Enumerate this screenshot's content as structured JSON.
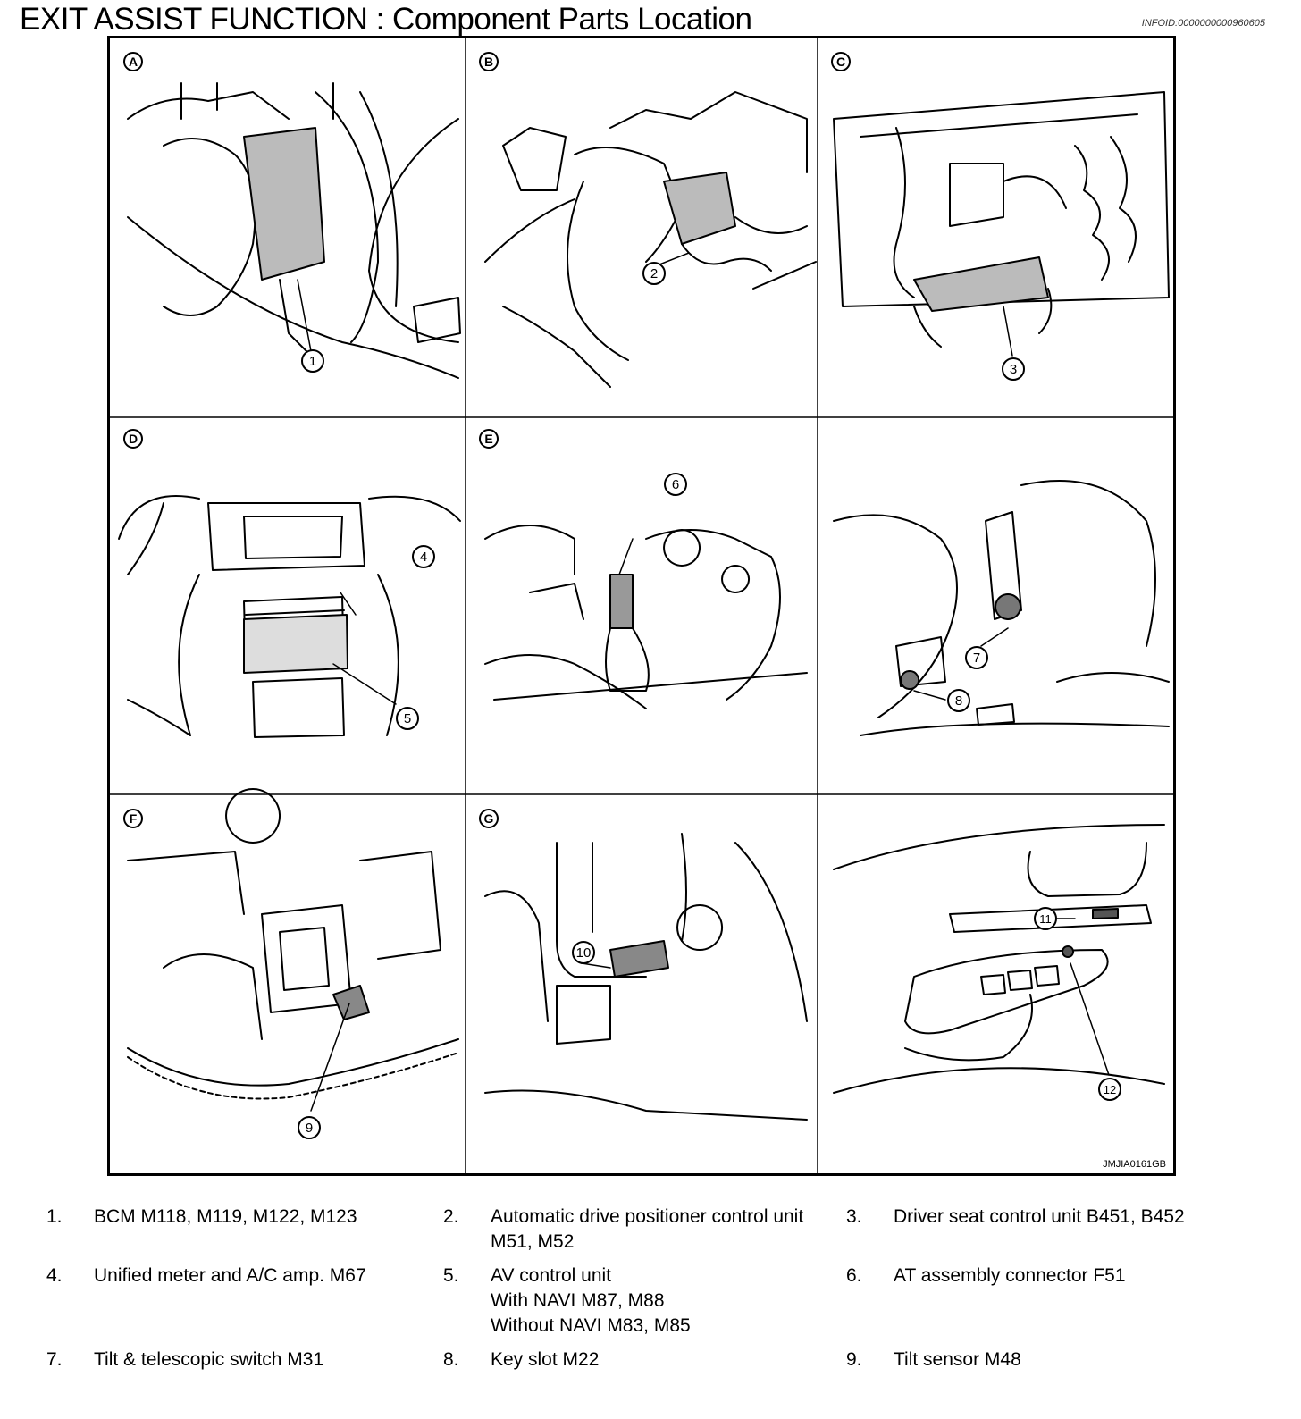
{
  "header": {
    "title": "EXIT ASSIST FUNCTION : Component Parts Location",
    "info_id": "INFOID:0000000000960605"
  },
  "figure": {
    "code": "JMJIA0161GB",
    "panels": [
      "A",
      "B",
      "C",
      "D",
      "E",
      "",
      "",
      "F",
      "G",
      ""
    ],
    "callouts": [
      "1",
      "2",
      "3",
      "4",
      "5",
      "6",
      "7",
      "8",
      "9",
      "10",
      "11",
      "12"
    ]
  },
  "legend": [
    {
      "num": "1.",
      "lines": [
        "BCM M118, M119, M122, M123"
      ]
    },
    {
      "num": "2.",
      "lines": [
        "Automatic drive positioner control unit",
        "M51, M52"
      ]
    },
    {
      "num": "3.",
      "lines": [
        "Driver seat control unit B451, B452"
      ]
    },
    {
      "num": "4.",
      "lines": [
        "Unified meter and A/C amp. M67"
      ]
    },
    {
      "num": "5.",
      "lines": [
        "AV control unit",
        "With NAVI M87, M88",
        "Without NAVI M83, M85"
      ]
    },
    {
      "num": "6.",
      "lines": [
        "AT assembly connector F51"
      ]
    },
    {
      "num": "7.",
      "lines": [
        "Tilt & telescopic switch M31"
      ]
    },
    {
      "num": "8.",
      "lines": [
        "Key slot M22"
      ]
    },
    {
      "num": "9.",
      "lines": [
        "Tilt sensor M48"
      ]
    }
  ]
}
